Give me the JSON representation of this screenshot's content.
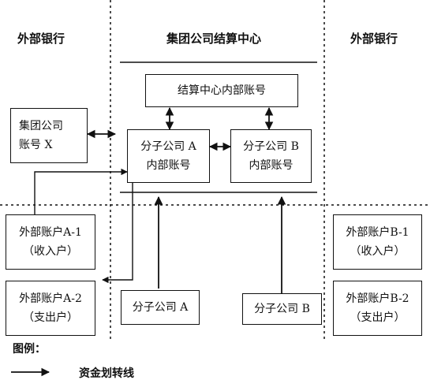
{
  "columns": {
    "left": "外部银行",
    "center": "集团公司结算中心",
    "right": "外部银行"
  },
  "boxes": {
    "settlement_account": "结算中心内部账号",
    "group_account": [
      "集团公司",
      "账号 X"
    ],
    "sub_a_internal": [
      "分子公司 A",
      "内部账号"
    ],
    "sub_b_internal": [
      "分子公司 B",
      "内部账号"
    ],
    "ext_a1": [
      "外部账户A-1",
      "（收入户）"
    ],
    "ext_a2": [
      "外部账户A-2",
      "（支出户）"
    ],
    "ext_b1": [
      "外部账户B-1",
      "（收入户）"
    ],
    "ext_b2": [
      "外部账户B-2",
      "（支出户）"
    ],
    "sub_a": "分子公司 A",
    "sub_b": "分子公司 B"
  },
  "legend": {
    "title": "图例：",
    "arrow_label": "资金划转线"
  }
}
